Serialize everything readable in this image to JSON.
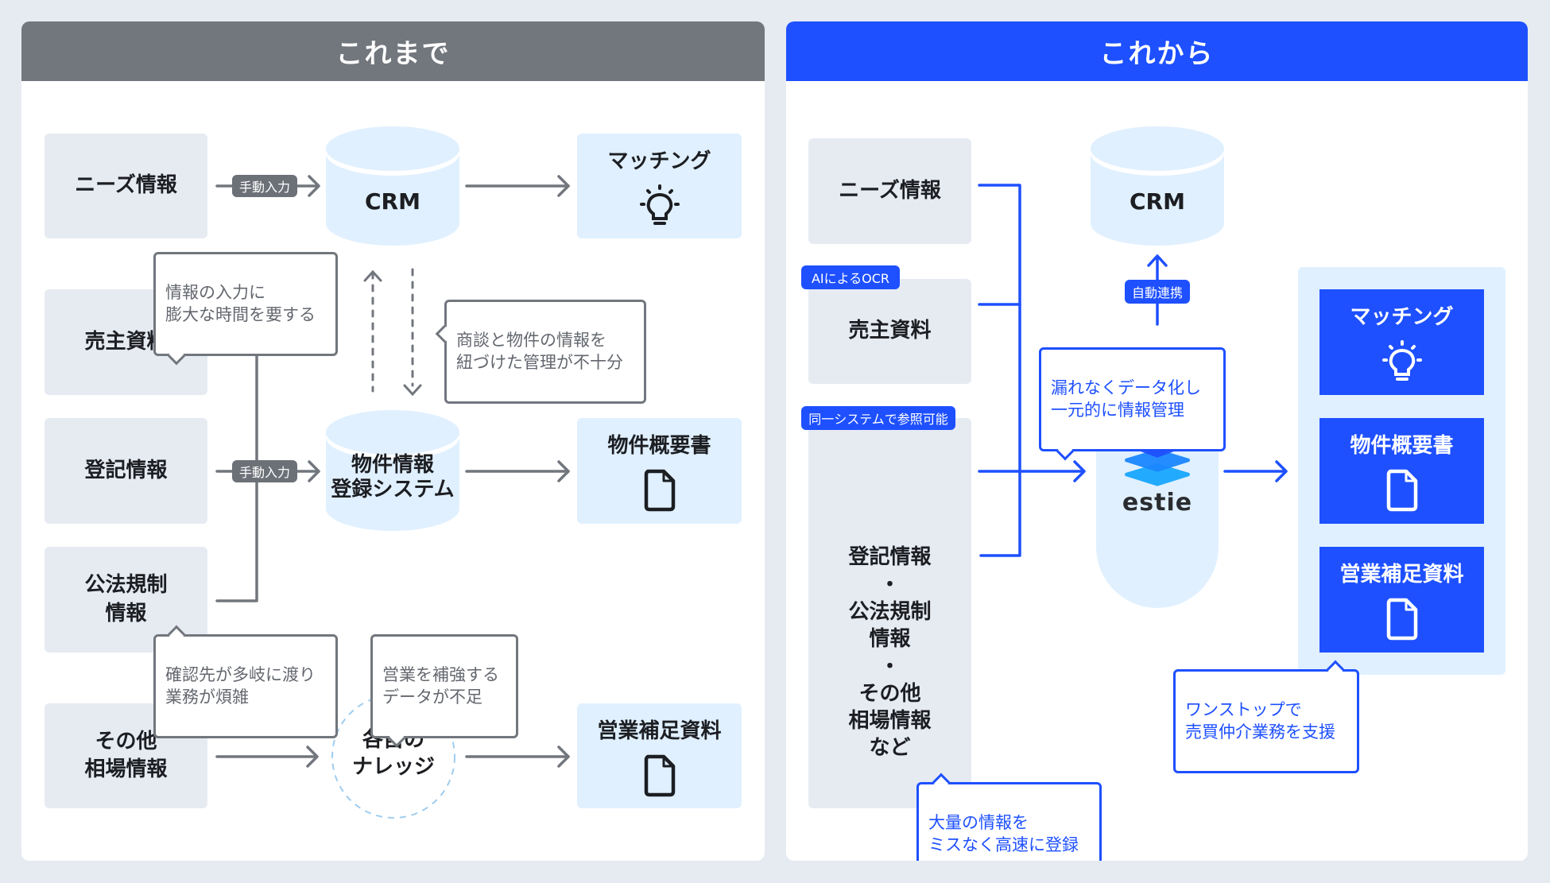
{
  "colors": {
    "background": "#e6ebf2",
    "before_header": "#72767d",
    "after_header": "#1e50ff",
    "source_box": "#e6ebf2",
    "output_box": "#e0f0ff",
    "accent_blue": "#1e50ff",
    "line_gray": "#72767d"
  },
  "before": {
    "title": "これまで",
    "sources": [
      {
        "label": "ニーズ情報"
      },
      {
        "label": "売主資料"
      },
      {
        "label": "登記情報"
      },
      {
        "label": "公法規制\n情報"
      },
      {
        "label": "その他\n相場情報"
      }
    ],
    "crm_label": "CRM",
    "property_system_label": "物件情報\n登録システム",
    "knowledge_label": "各自の\nナレッジ",
    "manual_input_tag_1": "手動入力",
    "manual_input_tag_2": "手動入力",
    "outputs": [
      {
        "label": "マッチング",
        "icon": "lightbulb-icon"
      },
      {
        "label": "物件概要書",
        "icon": "document-icon"
      },
      {
        "label": "営業補足資料",
        "icon": "document-icon"
      }
    ],
    "callouts": {
      "input_time": "情報の入力に\n膨大な時間を要する",
      "linkage": "商談と物件の情報を\n紐づけた管理が不十分",
      "complex": "確認先が多岐に渡り\n業務が煩雑",
      "data_lack": "営業を補強する\nデータが不足"
    }
  },
  "after": {
    "title": "これから",
    "sources": [
      {
        "label": "ニーズ情報"
      },
      {
        "label": "売主資料"
      },
      {
        "label": "登記情報\n・\n公法規制\n情報\n・\nその他\n相場情報\nなど"
      }
    ],
    "tags": {
      "ocr": "AIによるOCR",
      "same_system": "同一システムで参照可能",
      "auto_link": "自動連携"
    },
    "crm_label": "CRM",
    "estie_label": "estie",
    "outputs": [
      {
        "label": "マッチング",
        "icon": "lightbulb-icon"
      },
      {
        "label": "物件概要書",
        "icon": "document-icon"
      },
      {
        "label": "営業補足資料",
        "icon": "document-icon"
      }
    ],
    "callouts": {
      "unified": "漏れなくデータ化し\n一元的に情報管理",
      "one_stop": "ワンストップで\n売買仲介業務を支援",
      "fast_register": "大量の情報を\nミスなく高速に登録"
    }
  }
}
